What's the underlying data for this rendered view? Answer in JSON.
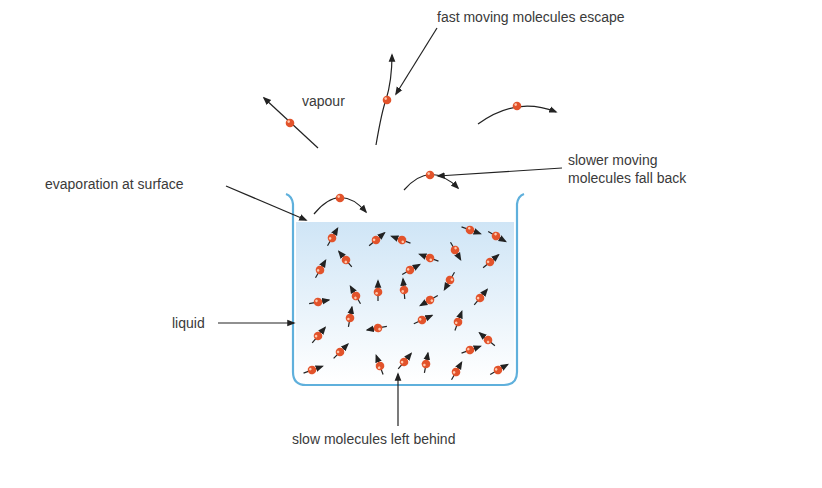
{
  "diagram": {
    "labels": [
      "fast moving molecules escape",
      "vapour",
      "evaporation at surface",
      "slower moving molecules fall back",
      "liquid",
      "slow molecules left behind"
    ]
  }
}
